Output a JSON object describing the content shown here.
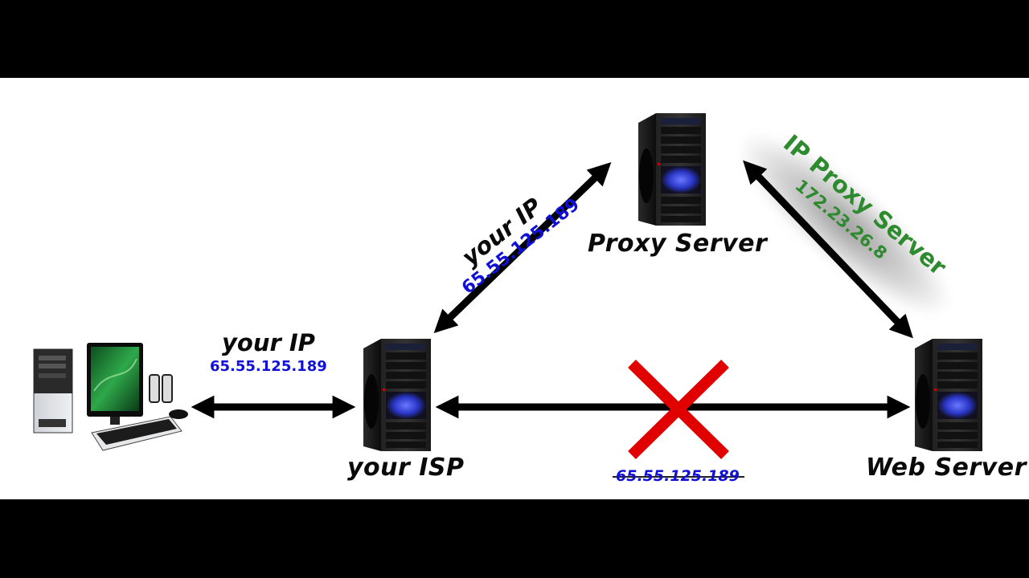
{
  "diagram": {
    "title": "Proxy server IP masking",
    "colors": {
      "arrow": "#000000",
      "ip_blue": "#1010d8",
      "ip_green": "#2e8a2e",
      "blocked_x": "#e00000",
      "server_body": "#1a1a1a",
      "server_glow": "#3a4cff"
    },
    "nodes": {
      "client": {
        "label": "",
        "icon": "desktop-computer-icon"
      },
      "isp": {
        "label": "your ISP",
        "icon": "server-tower-icon"
      },
      "proxy": {
        "label": "Proxy Server",
        "icon": "server-tower-icon"
      },
      "web": {
        "label": "Web Server",
        "icon": "server-tower-icon"
      }
    },
    "edges": {
      "client_isp": {
        "title": "your IP",
        "ip": "65.55.125.189"
      },
      "isp_proxy": {
        "title": "your IP",
        "ip": "65.55.125.189"
      },
      "proxy_web": {
        "title": "IP Proxy Server",
        "ip": "172.23.26.8"
      },
      "isp_web": {
        "ip": "65.55.125.189",
        "status": "blocked",
        "icon": "red-x-icon"
      }
    }
  }
}
